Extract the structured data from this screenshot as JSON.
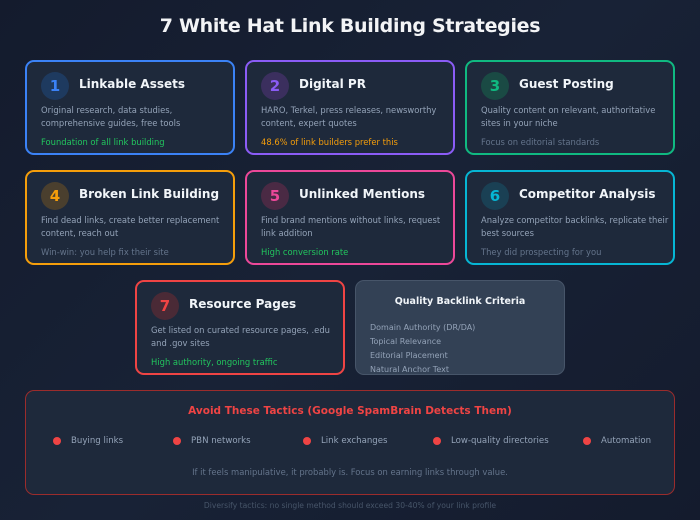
{
  "title": "7 White Hat Link Building Strategies",
  "strategies": [
    {
      "number": "1",
      "title": "Linkable Assets",
      "description": "Original research, data studies, comprehensive guides, free tools",
      "note": "Foundation of all link building",
      "border_color": "#3b82f6",
      "badge_bg": "#1e3a5f",
      "badge_color": "#3b82f6",
      "note_color": "#22c55e"
    },
    {
      "number": "2",
      "title": "Digital PR",
      "description": "HARO, Terkel, press releases, newsworthy content, expert quotes",
      "note": "48.6% of link builders prefer this",
      "border_color": "#8b5cf6",
      "badge_bg": "#3b2f5e",
      "badge_color": "#8b5cf6",
      "note_color": "#f59e0b"
    },
    {
      "number": "3",
      "title": "Guest Posting",
      "description": "Quality content on relevant, authoritative sites in your niche",
      "note": "Focus on editorial standards",
      "border_color": "#10b981",
      "badge_bg": "#1a4a44",
      "badge_color": "#10b981",
      "note_color": "#64748b"
    },
    {
      "number": "4",
      "title": "Broken Link Building",
      "description": "Find dead links, create better replacement content, reach out",
      "note": "Win-win: you help fix their site",
      "border_color": "#f59e0b",
      "badge_bg": "#4a3f2e",
      "badge_color": "#f59e0b",
      "note_color": "#64748b"
    },
    {
      "number": "5",
      "title": "Unlinked Mentions",
      "description": "Find brand mentions without links, request link addition",
      "note": "High conversion rate",
      "border_color": "#ec4899",
      "badge_bg": "#4a2a44",
      "badge_color": "#ec4899",
      "note_color": "#22c55e"
    },
    {
      "number": "6",
      "title": "Competitor Analysis",
      "description": "Analyze competitor backlinks, replicate their best sources",
      "note": "They did prospecting for you",
      "border_color": "#06b6d4",
      "badge_bg": "#1a4054",
      "badge_color": "#06b6d4",
      "note_color": "#64748b"
    },
    {
      "number": "7",
      "title": "Resource Pages",
      "description": "Get listed on curated resource pages, .edu and .gov sites",
      "note": "High authority, ongoing traffic",
      "border_color": "#ef4444",
      "badge_bg": "#4a2a36",
      "badge_color": "#ef4444",
      "note_color": "#22c55e"
    }
  ],
  "criteria": {
    "title": "Quality Backlink Criteria",
    "items": [
      "Domain Authority (DR/DA)",
      "Topical Relevance",
      "Editorial Placement",
      "Natural Anchor Text"
    ]
  },
  "avoid": {
    "title": "Avoid These Tactics (Google SpamBrain Detects Them)",
    "items": [
      "Buying links",
      "PBN networks",
      "Link exchanges",
      "Low-quality directories",
      "Automation"
    ],
    "footnote": "If it feels manipulative, it probably is. Focus on earning links through value.",
    "accent_color": "#ef4444"
  },
  "footer": "Diversify tactics: no single method should exceed 30-40% of your link profile"
}
